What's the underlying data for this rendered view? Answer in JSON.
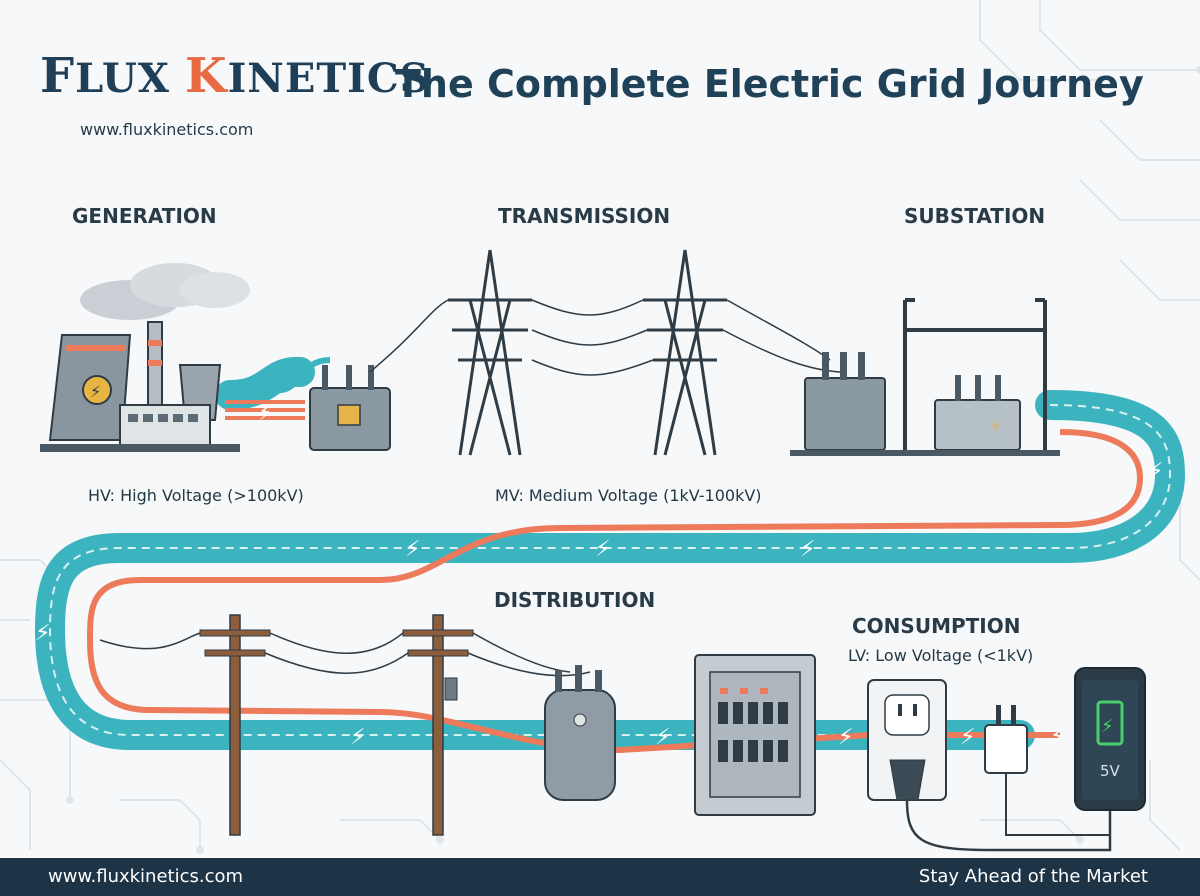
{
  "brand": {
    "name_first_initial": "F",
    "name_first_rest": "LUX",
    "name_second_initial": "K",
    "name_second_rest": "INETICS",
    "url": "www.fluxkinetics.com"
  },
  "title": "The Complete Electric Grid Journey",
  "stages": {
    "generation": "GENERATION",
    "transmission": "TRANSMISSION",
    "substation": "SUBSTATION",
    "distribution": "DISTRIBUTION",
    "consumption": "CONSUMPTION"
  },
  "voltages": {
    "hv": "HV: High Voltage (>100kV)",
    "mv": "MV: Medium Voltage (1kV-100kV)",
    "lv": "LV: Low Voltage (<1kV)"
  },
  "device": {
    "battery_label": "5V"
  },
  "footer": {
    "url": "www.fluxkinetics.com",
    "tagline": "Stay Ahead of the Market"
  },
  "colors": {
    "teal": "#3cb4bf",
    "coral": "#ee7a5c",
    "navy": "#1d3446",
    "steel": "#7b8893"
  },
  "icons": [
    "lightning-icon",
    "factory-icon",
    "tower-icon",
    "transformer-icon",
    "pole-icon",
    "breaker-panel-icon",
    "outlet-icon",
    "plug-icon",
    "charger-icon",
    "phone-icon"
  ]
}
